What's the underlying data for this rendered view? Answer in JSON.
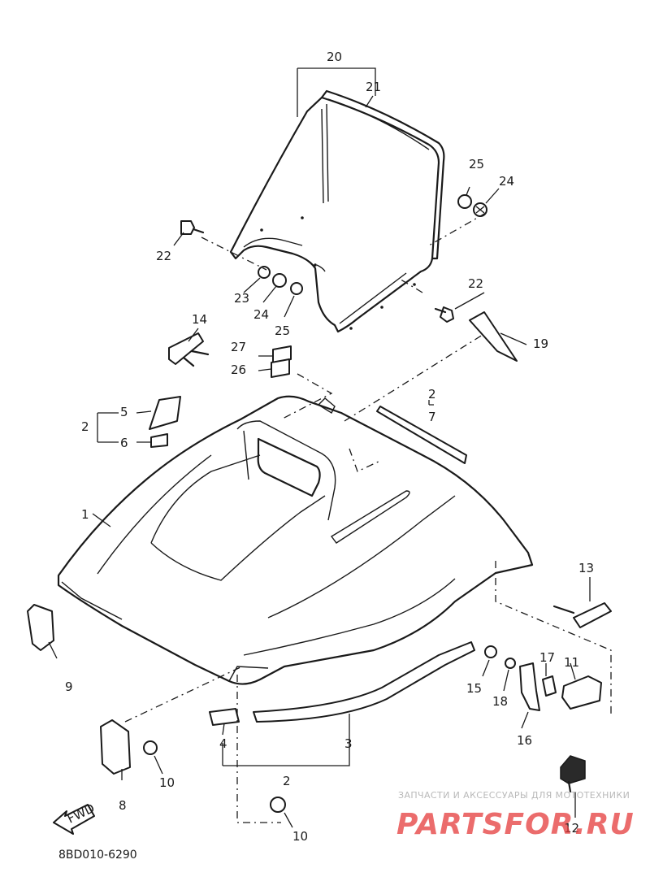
{
  "diagram": {
    "code": "8BD010-6290",
    "fwd_label": "FWD",
    "watermark": {
      "caption": "ЗАПЧАСТИ И АКСЕССУАРЫ ДЛЯ МОТОТЕХНИКИ",
      "brand": "PARTSFOR.RU"
    },
    "callouts": [
      {
        "id": "c20",
        "text": "20"
      },
      {
        "id": "c21",
        "text": "21"
      },
      {
        "id": "c25a",
        "text": "25"
      },
      {
        "id": "c24a",
        "text": "24"
      },
      {
        "id": "c22a",
        "text": "22"
      },
      {
        "id": "c23",
        "text": "23"
      },
      {
        "id": "c24b",
        "text": "24"
      },
      {
        "id": "c25b",
        "text": "25"
      },
      {
        "id": "c22b",
        "text": "22"
      },
      {
        "id": "c19",
        "text": "19"
      },
      {
        "id": "c14",
        "text": "14"
      },
      {
        "id": "c27",
        "text": "27"
      },
      {
        "id": "c26",
        "text": "26"
      },
      {
        "id": "c2a",
        "text": "2"
      },
      {
        "id": "c7",
        "text": "7"
      },
      {
        "id": "c5",
        "text": "5"
      },
      {
        "id": "c2b",
        "text": "2"
      },
      {
        "id": "c6",
        "text": "6"
      },
      {
        "id": "c1",
        "text": "1"
      },
      {
        "id": "c13",
        "text": "13"
      },
      {
        "id": "c9",
        "text": "9"
      },
      {
        "id": "c15",
        "text": "15"
      },
      {
        "id": "c17",
        "text": "17"
      },
      {
        "id": "c11",
        "text": "11"
      },
      {
        "id": "c18",
        "text": "18"
      },
      {
        "id": "c16",
        "text": "16"
      },
      {
        "id": "c4",
        "text": "4"
      },
      {
        "id": "c3",
        "text": "3"
      },
      {
        "id": "c10a",
        "text": "10"
      },
      {
        "id": "c8",
        "text": "8"
      },
      {
        "id": "c2c",
        "text": "2"
      },
      {
        "id": "c10b",
        "text": "10"
      },
      {
        "id": "c12",
        "text": "12"
      }
    ]
  }
}
